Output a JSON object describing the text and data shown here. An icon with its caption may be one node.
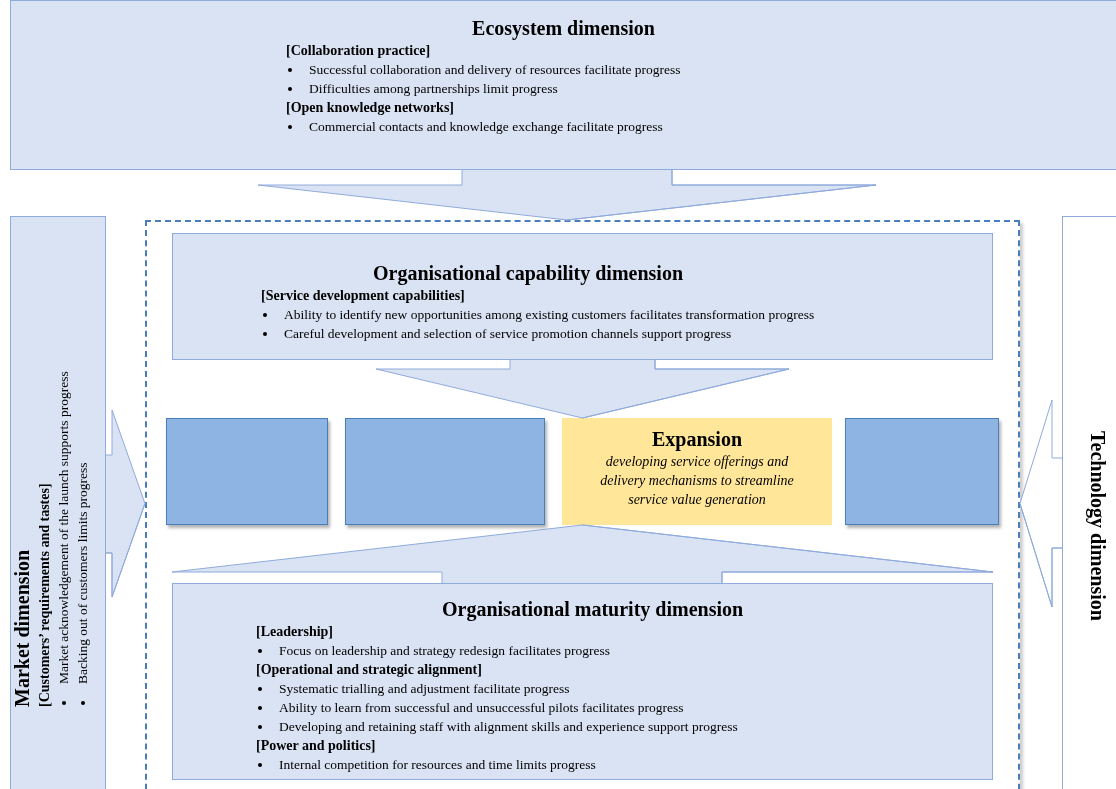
{
  "diagram": {
    "nodes": [
      {
        "text": [
          "Ecosystem dimension",
          "[Collaboration practice]",
          "Successful collaboration and delivery of resources facilitate progress",
          "Difficulties among partnerships limit progress",
          "[Open knowledge networks]",
          "Commercial contacts and knowledge exchange facilitate progress"
        ]
      },
      {
        "text": [
          "Market dimension",
          "[Customers’ requirements and tastes]",
          "Market acknowledgement of the launch supports progress",
          "Backing out of customers limits progress"
        ]
      },
      {
        "text": [],
        "shape": "box"
      },
      {
        "text": [
          "Organisational capability dimension",
          "[Service development capabilities]",
          "Ability to identify new opportunities among existing customers facilitates transformation progress",
          "Careful development and selection of service promotion channels support progress"
        ],
        "in": 2
      },
      {
        "text": [],
        "shape": "box",
        "in": 2
      },
      {
        "text": [],
        "shape": "box",
        "in": 2
      },
      {
        "text": [
          "Expansion",
          "developing service offerings and delivery mechanisms to streamline service value generation"
        ],
        "in": 2
      },
      {
        "text": [],
        "shape": "box",
        "in": 2
      },
      {
        "text": [
          "Organisational maturity dimension",
          "[Leadership]",
          "Focus on leadership and strategy redesign facilitates progress",
          "[Operational and strategic alignment]",
          "Systematic trialling and adjustment facilitate progress",
          "Ability to learn from successful and unsuccessful pilots facilitates progress",
          "Developing and retaining staff with alignment skills and experience support progress",
          "[Power and politics]",
          "Internal competition for resources and time limits progress"
        ],
        "in": 2
      },
      {
        "text": [
          "Technology dimension"
        ]
      }
    ],
    "edges": [
      {
        "from": 0,
        "to": 2,
        "arrow": "to"
      },
      {
        "from": 1,
        "to": 2,
        "arrow": "to"
      },
      {
        "from": 9,
        "to": 2,
        "arrow": "to"
      },
      {
        "from": 3,
        "to": 6,
        "arrow": "to"
      },
      {
        "from": 8,
        "to": 6,
        "arrow": "to"
      }
    ]
  }
}
